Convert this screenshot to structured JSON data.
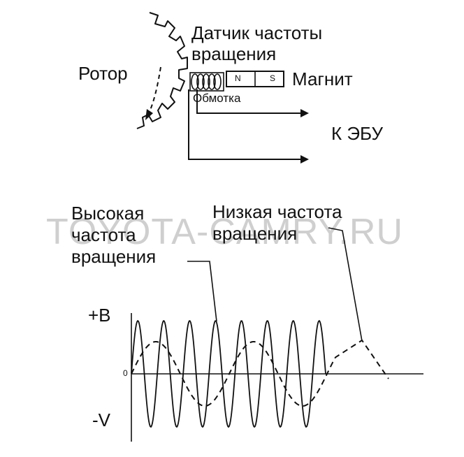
{
  "watermark": "TOYOTA-CAMRY.RU",
  "labels": {
    "rotor": "Ротор",
    "sensor_line1": "Датчик частоты",
    "sensor_line2": "вращения",
    "magnet": "Магнит",
    "pole_n": "N",
    "pole_s": "S",
    "winding": "Обмотка",
    "ecu": "К ЭБУ",
    "high_line1": "Высокая",
    "high_line2": "частота",
    "high_line3": "вращения",
    "low_line1": "Низкая частота",
    "low_line2": "вращения",
    "plus_v": "+B",
    "zero": "0",
    "minus_v": "-V"
  },
  "colors": {
    "ink": "#111111",
    "watermark": "#cfcfcf",
    "background": "#ffffff"
  }
}
